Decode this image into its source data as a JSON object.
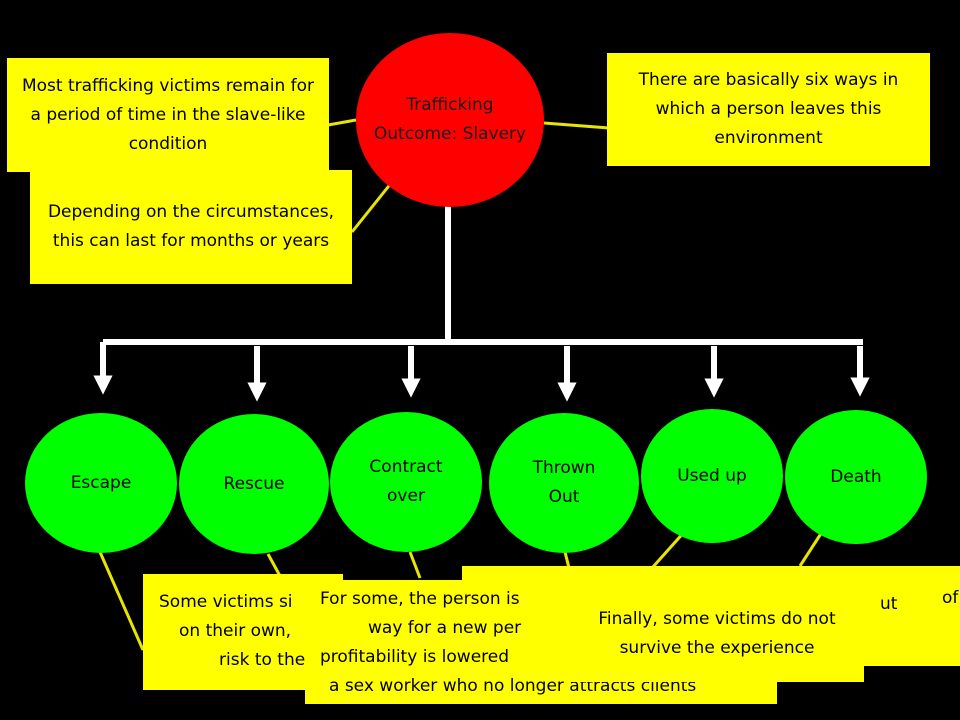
{
  "top_node": {
    "label": "Trafficking Outcome: Slavery",
    "color": "#ff0000"
  },
  "notes": {
    "remain": "Most trafficking victims remain for a period of time in the slave-like condition",
    "duration": "Depending on the circumstances, this can last for months or years",
    "six_ways": "There are basically six ways in which a person leaves this environment"
  },
  "outcomes": [
    {
      "label": "Escape"
    },
    {
      "label": "Rescue"
    },
    {
      "label": "Contract over"
    },
    {
      "label": "Thrown Out"
    },
    {
      "label": "Used up"
    },
    {
      "label": "Death"
    }
  ],
  "bottom_notes": {
    "escape_line1": "Some victims si",
    "escape_line2": "on their own,",
    "escape_line3": "risk to the",
    "thrown_line1": "For some, the person is",
    "thrown_line2": "way for a new per",
    "thrown_line3": "profitability is lowered",
    "thrown_line4": "a sex worker who no longer attracts clients",
    "usedup_right1": "ut",
    "usedup_right2": "of",
    "death": "Finally, some victims do not survive the experience"
  },
  "colors": {
    "note": "#ffff00",
    "outcome": "#00ff00",
    "connector": "#ffffff",
    "leader": "#e6e600"
  }
}
